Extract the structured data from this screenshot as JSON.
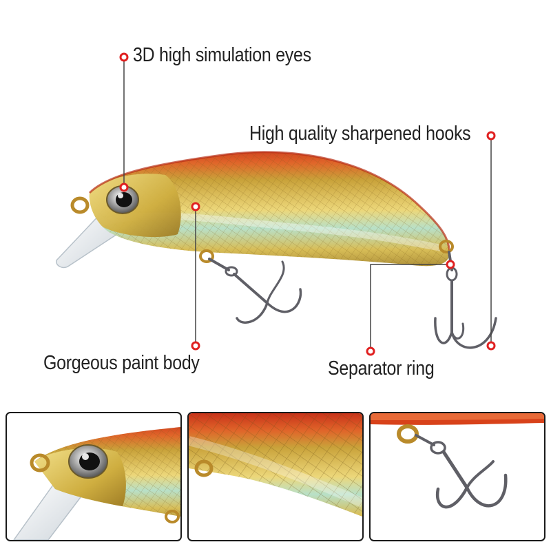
{
  "callouts": {
    "eyes": "3D high simulation eyes",
    "hooks": "High quality sharpened hooks",
    "paint": "Gorgeous paint body",
    "ring": "Separator ring"
  },
  "colors": {
    "marker_red": "#e02020",
    "lure_back_red": "#d8421a",
    "lure_body_gold": "#d9b53a",
    "hook_metal": "#6f6f74",
    "panel_border": "#1a1a1a"
  },
  "detail_panels": [
    {
      "subject": "lure head with eye"
    },
    {
      "subject": "scaled gold body"
    },
    {
      "subject": "treble hook with split ring"
    }
  ]
}
